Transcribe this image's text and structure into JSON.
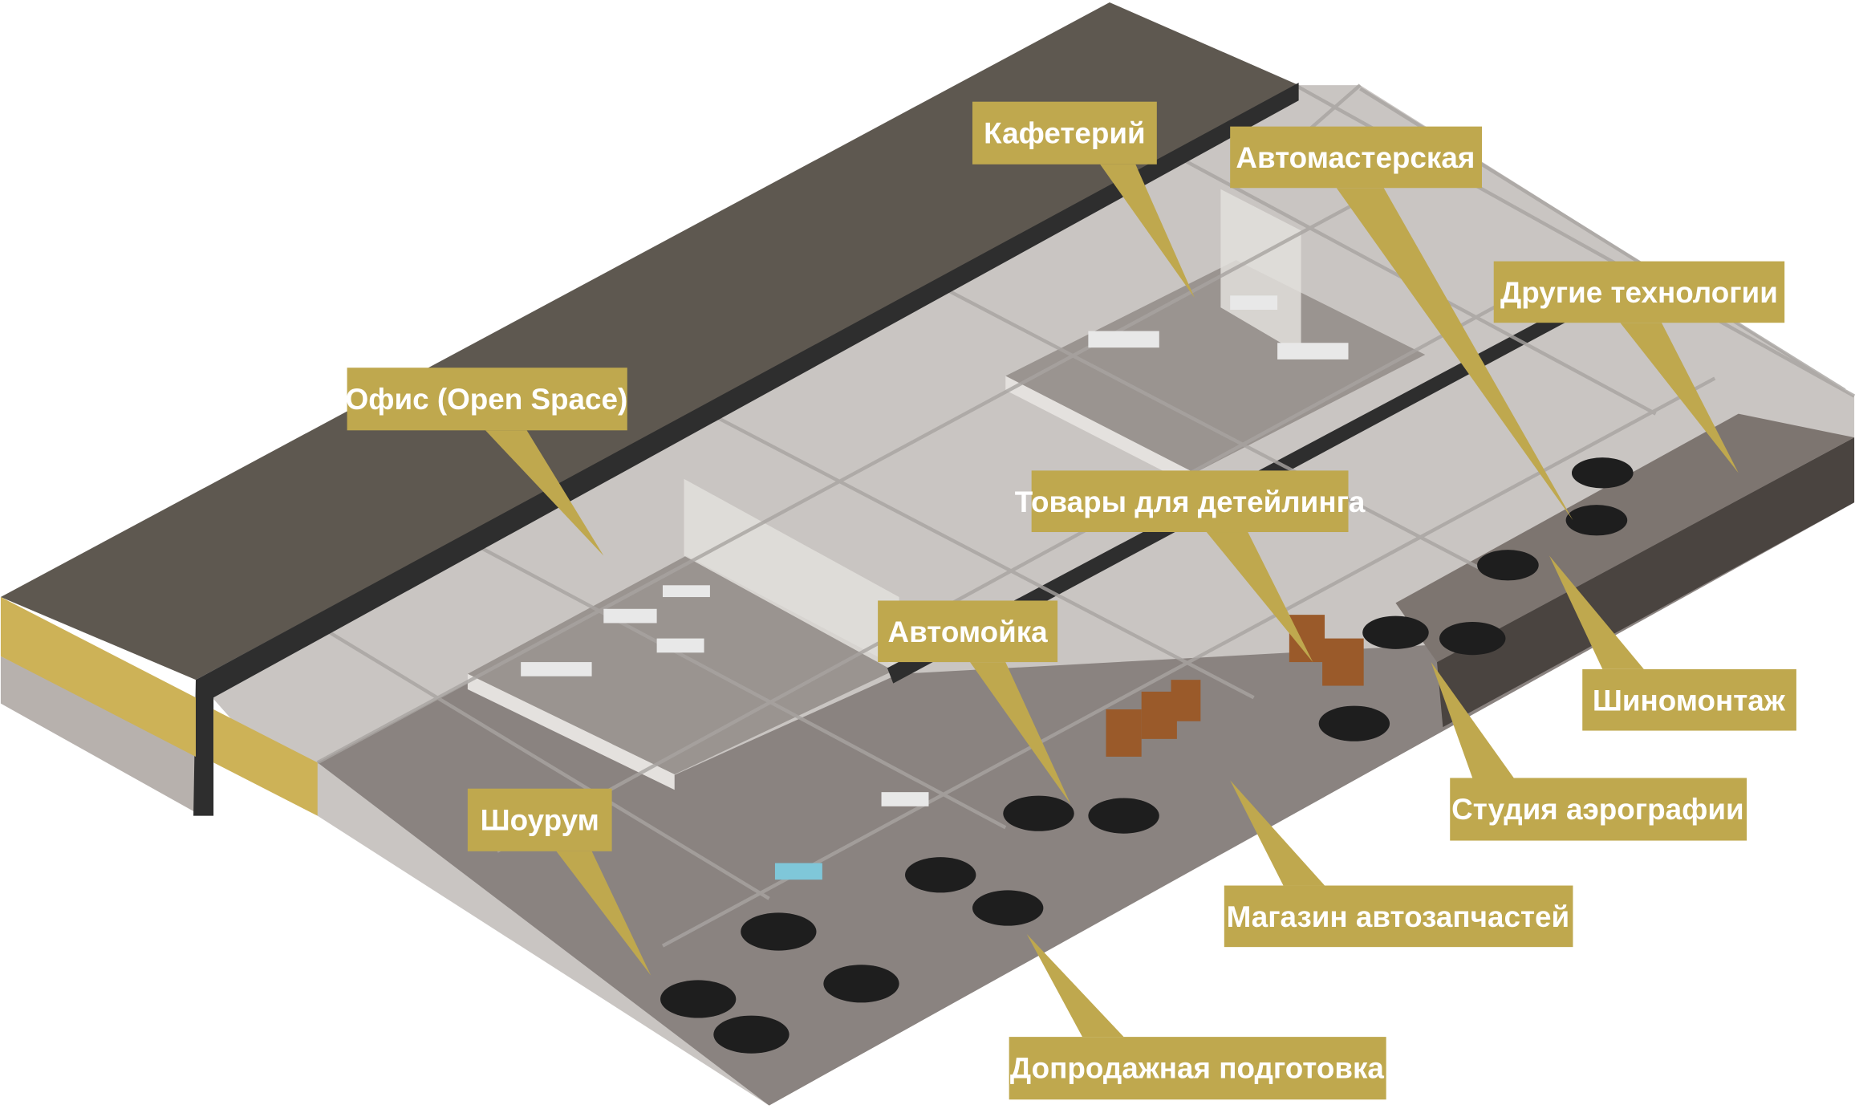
{
  "colors": {
    "label_bg": "#bfa84e",
    "label_text": "#ffffff",
    "roof": "#5e5850",
    "wall_dark": "#2e2e2e",
    "accent_band": "#cdb257",
    "floor": "#8a8380",
    "glass": "#c9c5c2"
  },
  "labels": [
    {
      "id": "cafeteria",
      "text": "Кафетерий"
    },
    {
      "id": "auto-workshop",
      "text": "Автомастерская"
    },
    {
      "id": "other-technologies",
      "text": "Другие технологии"
    },
    {
      "id": "office",
      "text": "Офис (Open Space)"
    },
    {
      "id": "detailing-goods",
      "text": "Товары для детейлинга"
    },
    {
      "id": "car-wash",
      "text": "Автомойка"
    },
    {
      "id": "showroom",
      "text": "Шоурум"
    },
    {
      "id": "tire-service",
      "text": "Шиномонтаж"
    },
    {
      "id": "airbrush-studio",
      "text": "Студия аэрографии"
    },
    {
      "id": "parts-store",
      "text": "Магазин автозапчастей"
    },
    {
      "id": "presale-prep",
      "text": "Допродажная подготовка"
    }
  ]
}
